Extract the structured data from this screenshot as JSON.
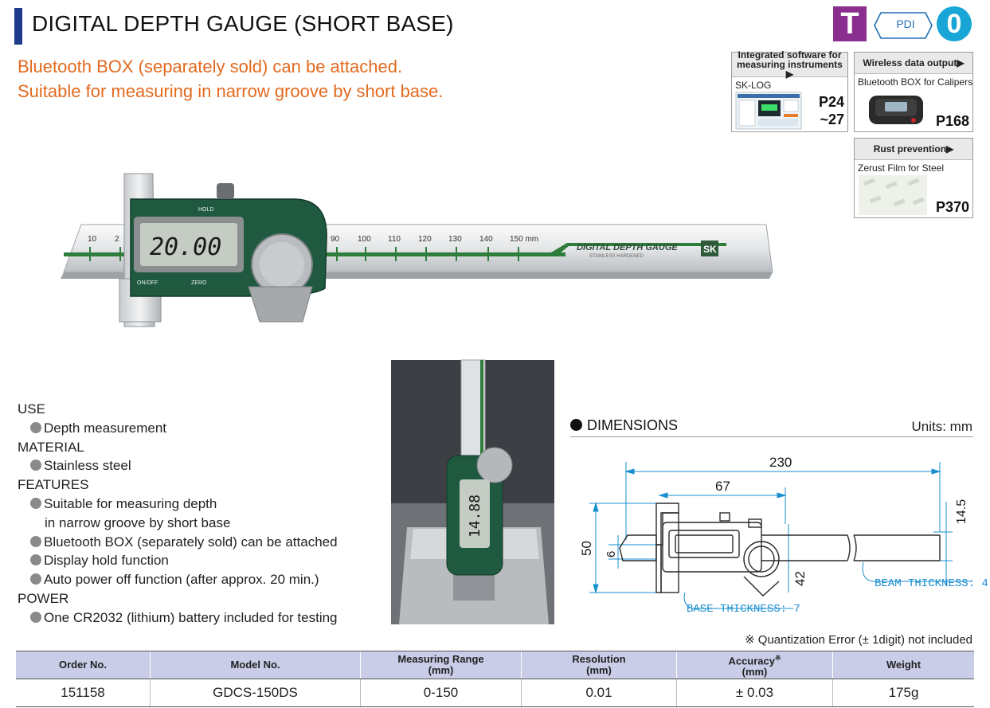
{
  "header": {
    "title": "DIGITAL DEPTH GAUGE (SHORT BASE)",
    "subtitle_1": "Bluetooth BOX (separately sold) can be attached.",
    "subtitle_2": "Suitable for measuring in narrow groove by short base."
  },
  "badges": {
    "t": "T",
    "pdi": "PDI",
    "zero": "0"
  },
  "refs": {
    "software": {
      "heading_1": "Integrated software for",
      "heading_2": "measuring instruments",
      "name": "SK-LOG",
      "page_1": "P24",
      "page_2": "~27"
    },
    "wireless": {
      "heading": "Wireless data output",
      "name": "Bluetooth BOX for Calipers",
      "page": "P168"
    },
    "rust": {
      "heading": "Rust prevention",
      "name": "Zerust Film for Steel",
      "page": "P370"
    }
  },
  "product_photo": {
    "display_reading": "20.00",
    "hold": "HOLD",
    "on_off": "ON/OFF",
    "zero": "ZERO",
    "beam_label": "DIGITAL DEPTH GAUGE",
    "beam_sub": "STAINLESS HARDENED",
    "brand": "SK",
    "scale_visible": [
      "10",
      "2",
      "90",
      "100",
      "110",
      "120",
      "130",
      "140",
      "150 mm"
    ],
    "use_photo_reading": "14.88"
  },
  "specs": {
    "use_heading": "USE",
    "use_items": [
      "Depth measurement"
    ],
    "material_heading": "MATERIAL",
    "material_items": [
      "Stainless steel"
    ],
    "features_heading": "FEATURES",
    "features_1": "Suitable for measuring depth",
    "features_1_cont": "in narrow groove by short base",
    "features_2": "Bluetooth BOX (separately sold) can be attached",
    "features_3": "Display hold function",
    "features_4": "Auto power off function (after approx. 20 min.)",
    "power_heading": "POWER",
    "power_items": [
      "One CR2032 (lithium) battery included for testing"
    ]
  },
  "dimensions": {
    "heading": "DIMENSIONS",
    "units": "Units: mm",
    "overall_length": "230",
    "body_length": "67",
    "height": "50",
    "base_height": "6",
    "beam_width": "14.5",
    "body_height": "42",
    "base_thickness": "BASE THICKNESS: 7",
    "beam_thickness": "BEAM THICKNESS: 4"
  },
  "table": {
    "note": "※ Quantization Error (± 1digit) not included",
    "headers": {
      "order_no": "Order No.",
      "model_no": "Model No.",
      "range_1": "Measuring Range",
      "range_2": "(mm)",
      "resolution_1": "Resolution",
      "resolution_2": "(mm)",
      "accuracy_1": "Accuracy",
      "accuracy_mark": "※",
      "accuracy_2": "(mm)",
      "weight": "Weight"
    },
    "rows": [
      {
        "order_no": "151158",
        "model_no": "GDCS-150DS",
        "range": "0-150",
        "resolution": "0.01",
        "accuracy": "± 0.03",
        "weight": "175g"
      }
    ]
  },
  "colors": {
    "title_bar": "#1f3b8c",
    "subtitle": "#e26a1f",
    "badge_t": "#8a2f8f",
    "badge_zero": "#19a6d6",
    "gauge_green": "#1f5a40",
    "table_header": "#c9cde7"
  }
}
